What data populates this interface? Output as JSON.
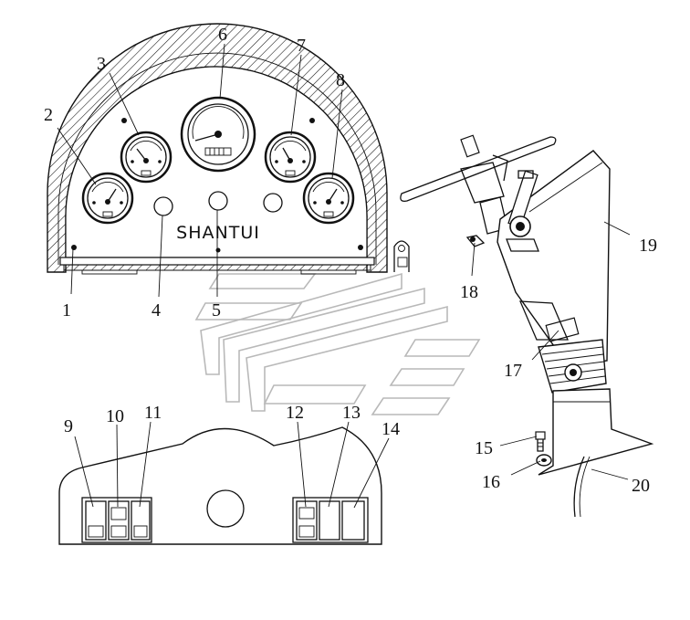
{
  "brand_label": "SHANTUI",
  "callouts": [
    "1",
    "2",
    "3",
    "4",
    "5",
    "6",
    "7",
    "8",
    "9",
    "10",
    "11",
    "12",
    "13",
    "14",
    "15",
    "16",
    "17",
    "18",
    "19",
    "20"
  ]
}
